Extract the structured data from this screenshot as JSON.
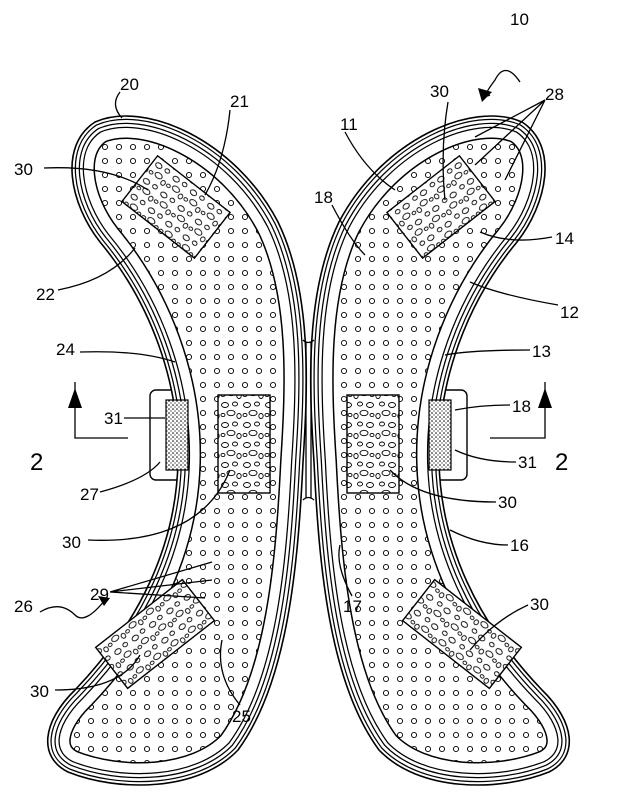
{
  "figure": {
    "labels": {
      "device": "10",
      "left_pad": "20",
      "left_top_region": "21",
      "left_insert_top": "30",
      "left_edge_top": "22",
      "left_edge_mid": "24",
      "left_tab_patch": "31",
      "left_tab": "27",
      "section_left": "2",
      "left_insert_mid": "30",
      "left_perforations": "29",
      "left_pointer": "26",
      "left_insert_bottom": "30",
      "left_bottom_edge": "25",
      "right_outer": "11",
      "right_inner_edge": "18",
      "right_perforations": "28",
      "right_insert_top": "30",
      "right_top_region": "14",
      "right_outer_edge": "12",
      "right_dots": "13",
      "right_tab": "18",
      "section_right": "2",
      "right_tab_patch": "31",
      "right_insert_mid": "30",
      "right_lower_edge": "16",
      "right_inner_lower": "17",
      "right_insert_bottom": "30"
    }
  }
}
